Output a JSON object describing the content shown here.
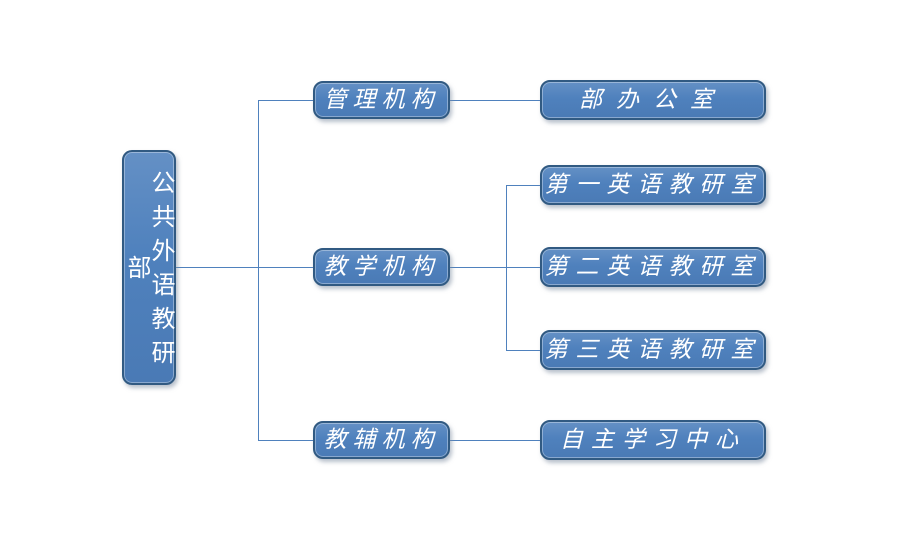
{
  "diagram": {
    "title": "organization-chart",
    "root": {
      "label": "公共外语教研部"
    },
    "branches": [
      {
        "label": "管理机构",
        "children": [
          "部办公室"
        ]
      },
      {
        "label": "教学机构",
        "children": [
          "第一英语教研室",
          "第二英语教研室",
          "第三英语教研室"
        ]
      },
      {
        "label": "教辅机构",
        "children": [
          "自主学习中心"
        ]
      }
    ],
    "colors": {
      "fill": "#4f81bd",
      "fill-light": "#6490c5",
      "fill-dark": "#4a7ab5",
      "border": "#315a82",
      "line": "#4f81bd",
      "text": "#ffffff",
      "bg": "#ffffff"
    }
  }
}
